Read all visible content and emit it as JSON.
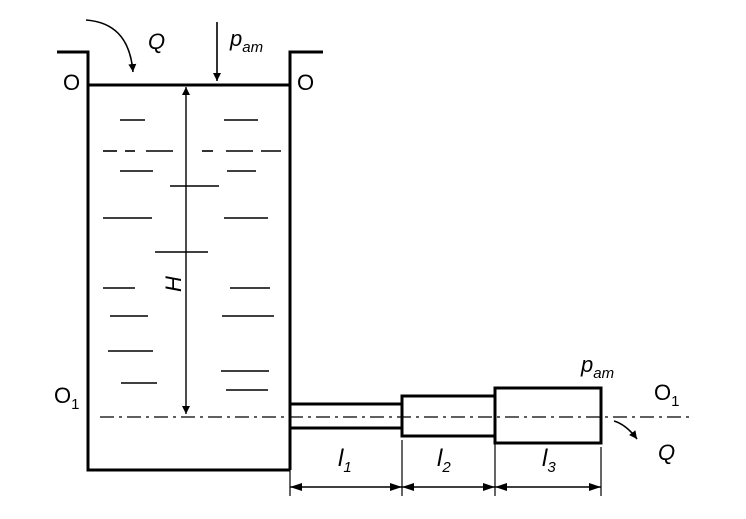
{
  "labels": {
    "Q_top": "Q",
    "p_top_base": "p",
    "p_top_sub": "am",
    "O_left": "O",
    "O_right": "O",
    "O1_left_base": "O",
    "O1_left_sub": "1",
    "O1_right_base": "O",
    "O1_right_sub": "1",
    "H": "H",
    "p_outlet_base": "p",
    "p_outlet_sub": "am",
    "Q_outlet": "Q",
    "l1_base": "l",
    "l1_sub": "1",
    "l2_base": "l",
    "l2_sub": "2",
    "l3_base": "l",
    "l3_sub": "3"
  },
  "colors": {
    "ink": "#000000",
    "background": "#ffffff"
  }
}
